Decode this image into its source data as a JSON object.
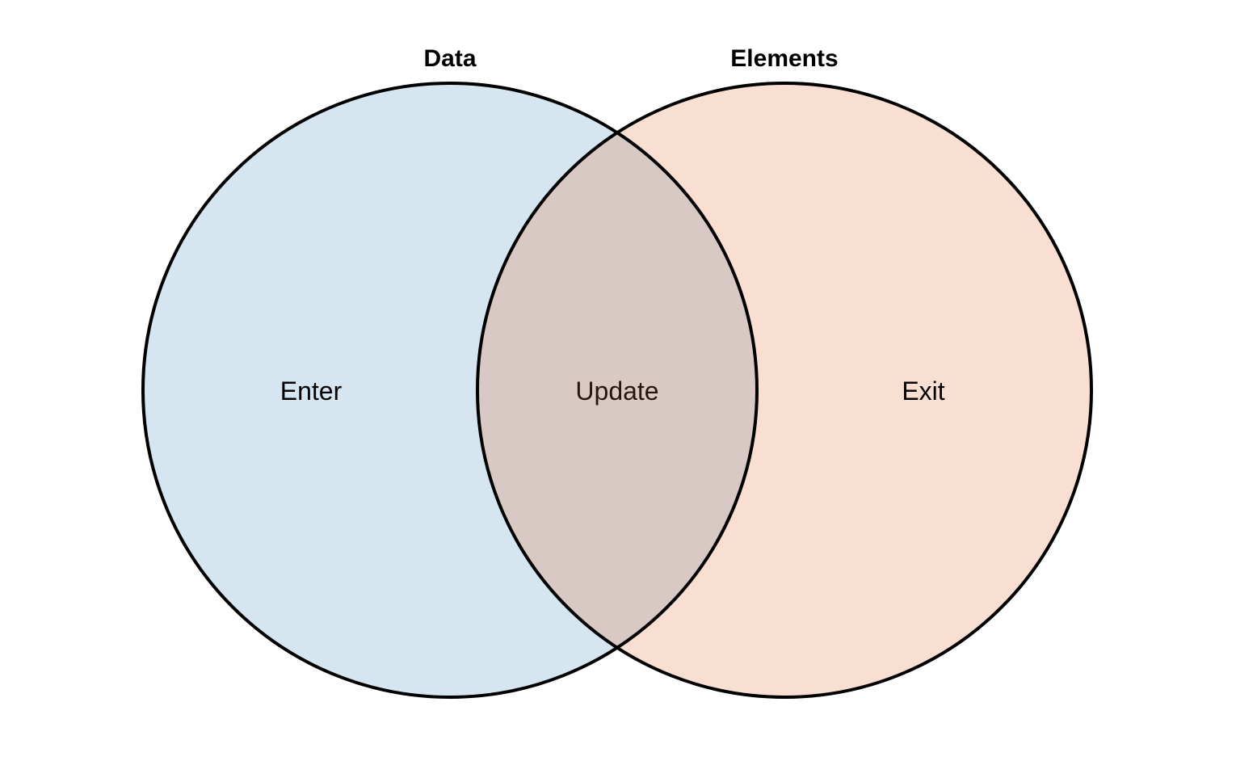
{
  "diagram": {
    "type": "venn",
    "sets": [
      {
        "key": "data",
        "title": "Data",
        "fill_color": "#d6e6f0"
      },
      {
        "key": "elements",
        "title": "Elements",
        "fill_color": "#f9ded2"
      }
    ],
    "regions": {
      "data_only": "Enter",
      "intersection": "Update",
      "elements_only": "Exit"
    },
    "intersection_color": "#d9c9c4",
    "outline_color": "#000000"
  }
}
